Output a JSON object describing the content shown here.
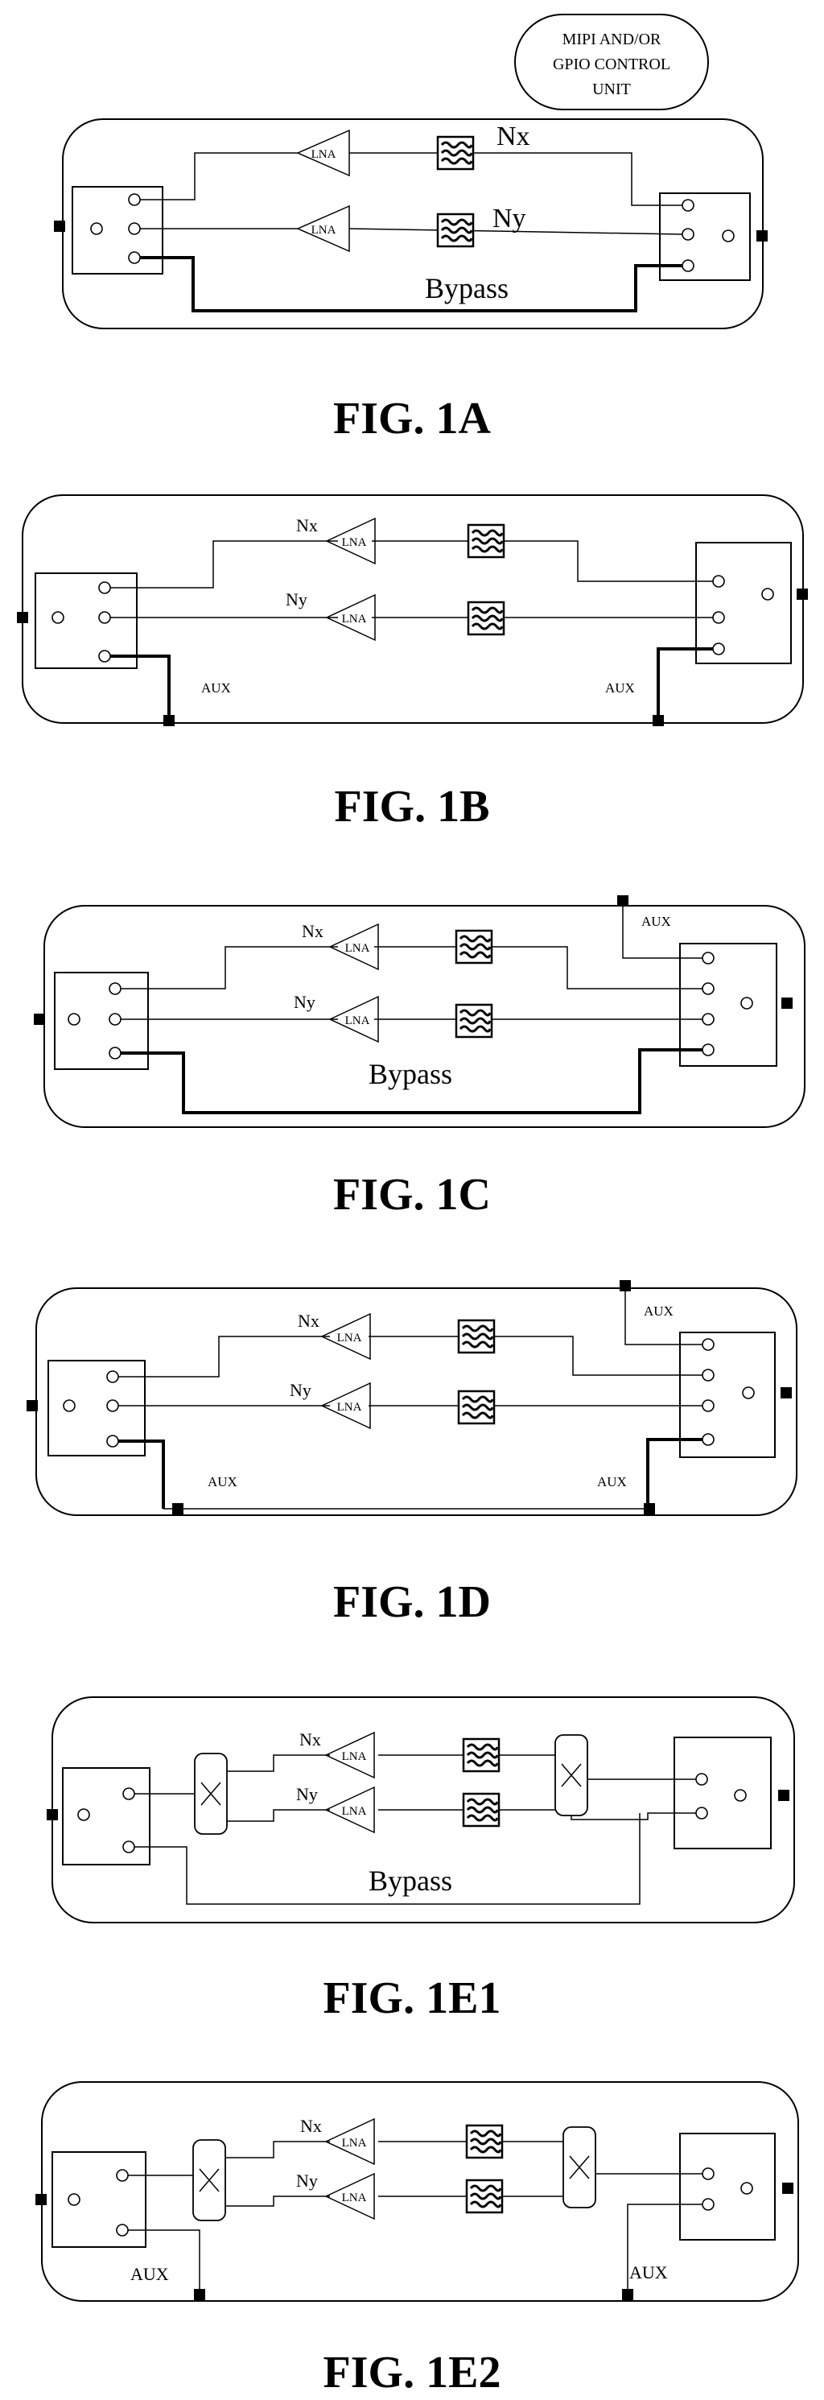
{
  "control_unit": {
    "line1": "MIPI AND/OR",
    "line2": "GPIO CONTROL",
    "line3": "UNIT"
  },
  "labels": {
    "nx": "Nx",
    "ny": "Ny",
    "lna": "LNA",
    "bypass": "Bypass",
    "aux": "AUX"
  },
  "figures": {
    "f1a": "FIG. 1A",
    "f1b": "FIG. 1B",
    "f1c": "FIG. 1C",
    "f1d": "FIG. 1D",
    "f1e1": "FIG. 1E1",
    "f1e2": "FIG. 1E2"
  }
}
